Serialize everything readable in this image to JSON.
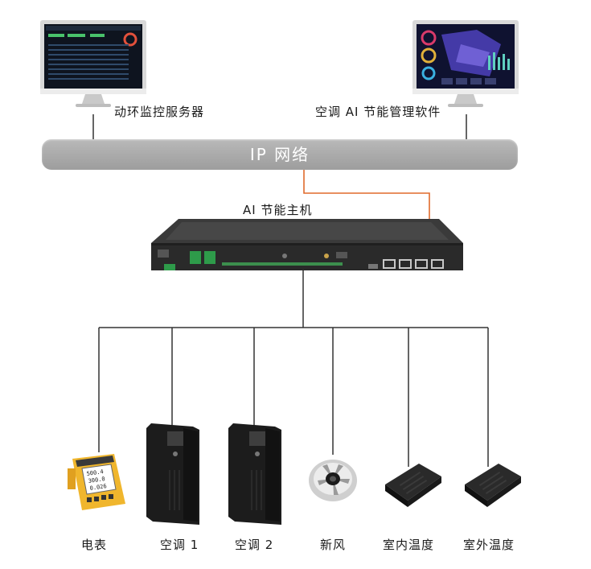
{
  "servers": {
    "monitor": {
      "label": "动环监控服务器"
    },
    "ai_software": {
      "label": "空调 AI 节能管理软件"
    }
  },
  "network": {
    "label": "IP 网络"
  },
  "host": {
    "label": "AI 节能主机"
  },
  "devices": [
    {
      "label": "电表",
      "meter_readings": [
        "500.4",
        "300.0",
        "0.026"
      ]
    },
    {
      "label": "空调 1"
    },
    {
      "label": "空调 2"
    },
    {
      "label": "新风"
    },
    {
      "label": "室内温度"
    },
    {
      "label": "室外温度"
    }
  ],
  "colors": {
    "network_bar": "#a9a9a9",
    "link_line": "#e06a2c",
    "tree_line": "#333333",
    "device_body": "#1c1c1c",
    "meter_body": "#f0b62d"
  }
}
